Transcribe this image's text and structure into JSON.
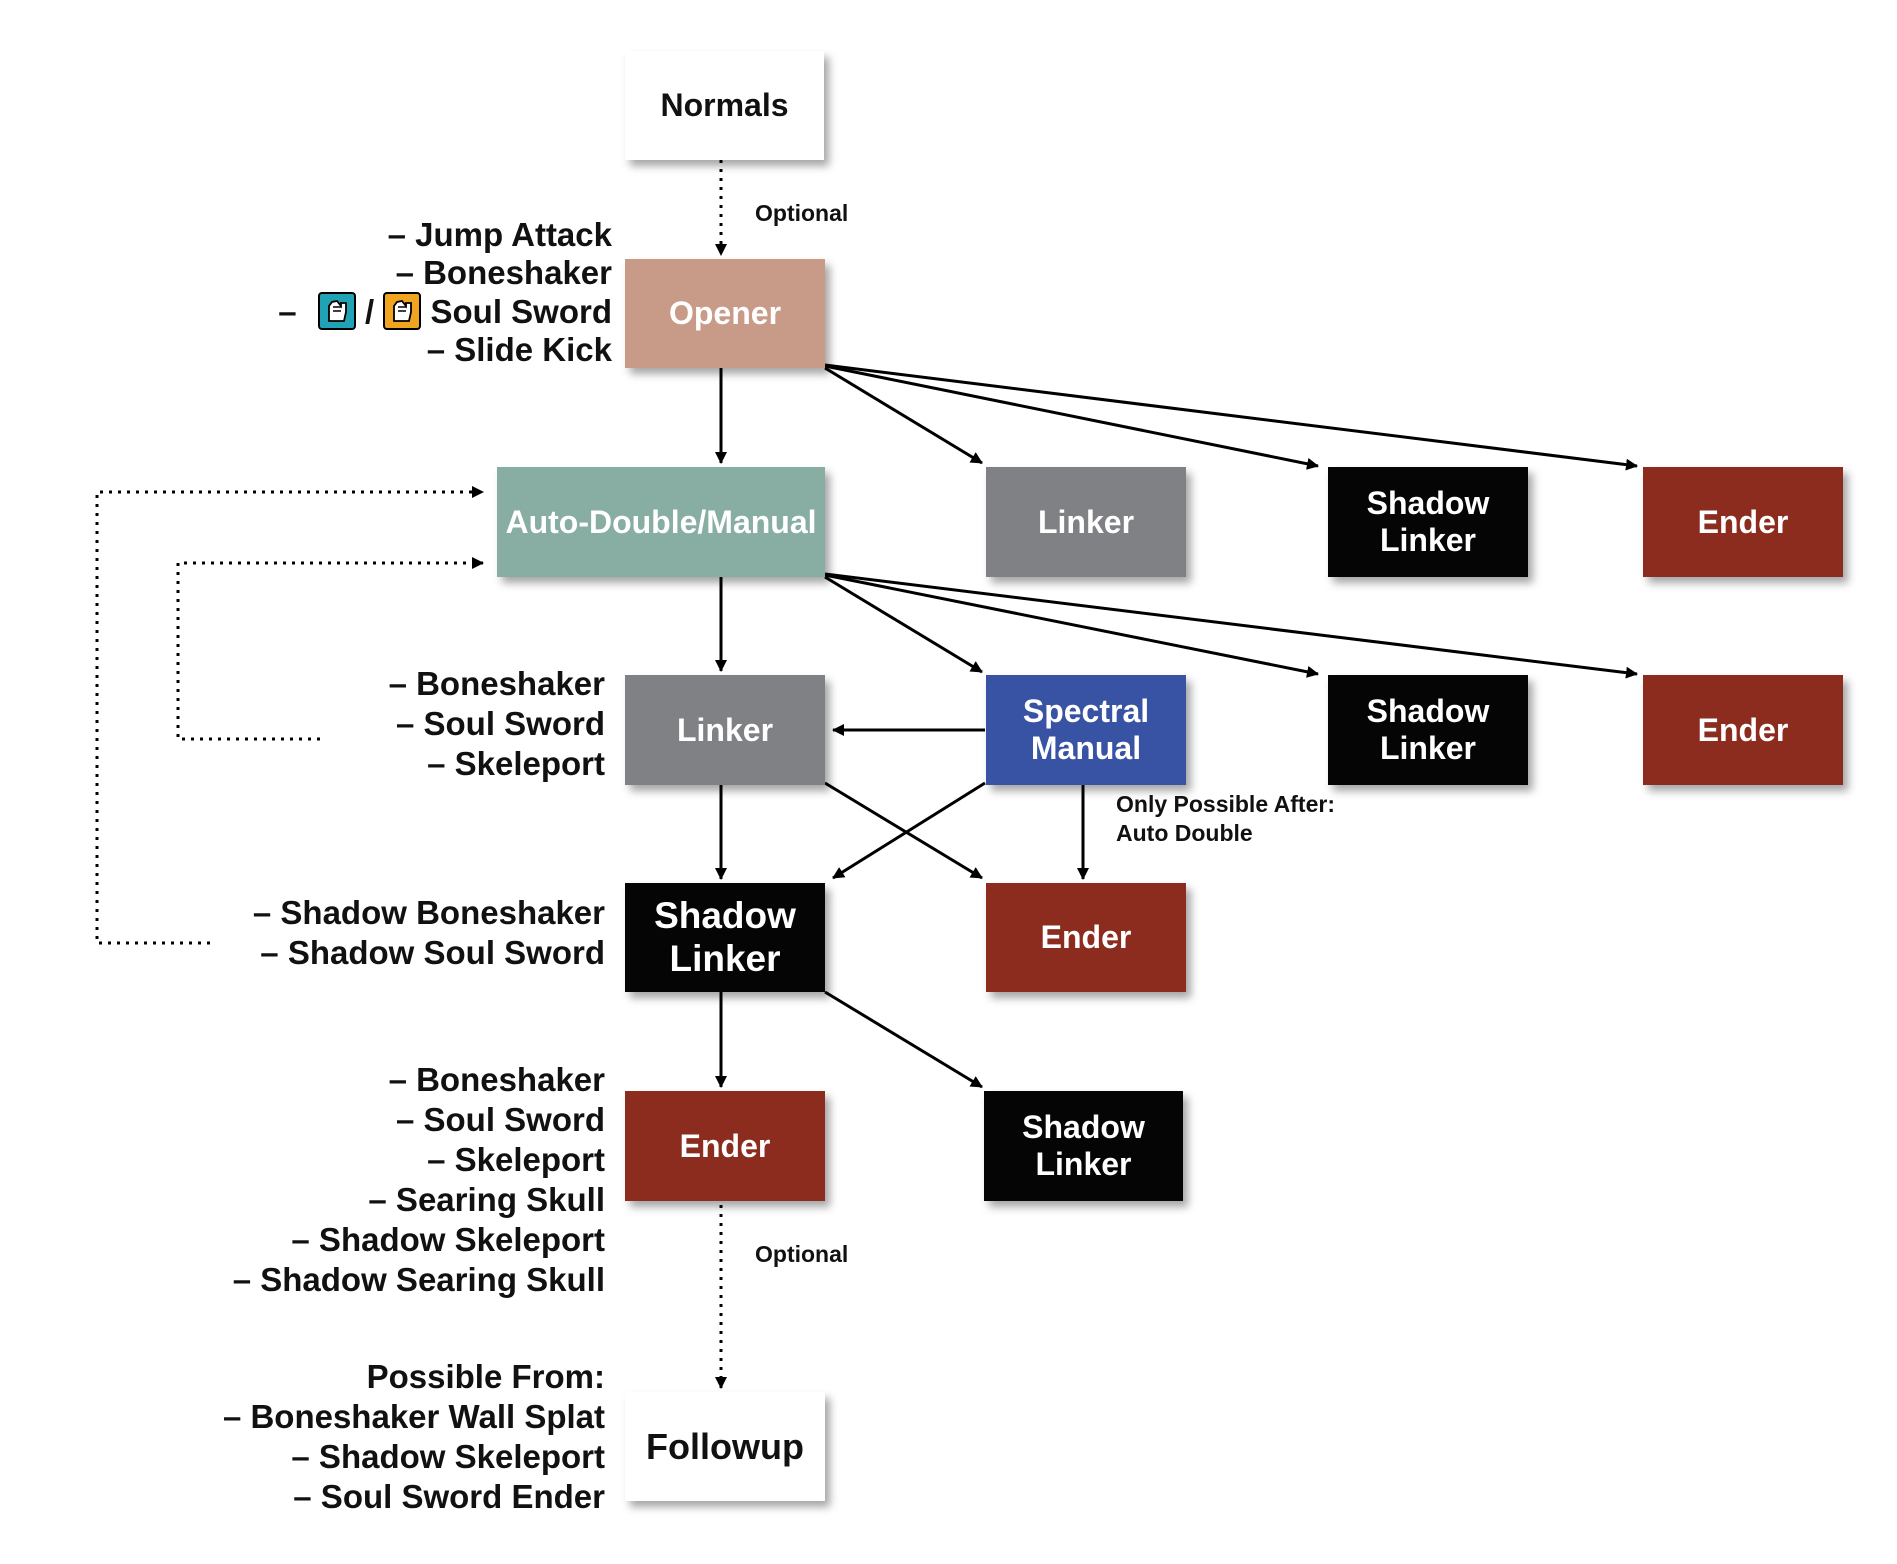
{
  "colors": {
    "white_node": "#ffffff",
    "opener": "#c89b88",
    "auto": "#88ada2",
    "linker": "#808184",
    "shadow": "#050505",
    "ender": "#8b2c1f",
    "spectral": "#3953a4",
    "icon_teal": "#1fa3b5",
    "icon_orange": "#f0a41f"
  },
  "nodes": {
    "normals": "Normals",
    "opener": "Opener",
    "auto_double": "Auto-Double/Manual",
    "linker_row1": "Linker",
    "shadow_row1": "Shadow\nLinker",
    "ender_row1": "Ender",
    "linker_main": "Linker",
    "spectral": "Spectral\nManual",
    "shadow_row2": "Shadow\nLinker",
    "ender_row2": "Ender",
    "shadow_main": "Shadow\nLinker",
    "ender_mid": "Ender",
    "ender_main": "Ender",
    "shadow_row5": "Shadow\nLinker",
    "followup": "Followup"
  },
  "notes": {
    "optional_top": "Optional",
    "optional_bottom": "Optional",
    "spectral_note_1": "Only Possible After:",
    "spectral_note_2": "Auto Double"
  },
  "opener_moves": {
    "jump_attack": "– Jump Attack",
    "boneshaker": "– Boneshaker",
    "soul_sword_dash": "–",
    "soul_sword_slash": "/",
    "soul_sword": "Soul Sword",
    "slide_kick": "– Slide Kick",
    "icons": [
      "fist-teal-icon",
      "fist-orange-icon"
    ]
  },
  "linker_moves": [
    "– Boneshaker",
    "– Soul Sword",
    "– Skeleport"
  ],
  "shadow_moves": [
    "– Shadow Boneshaker",
    "– Shadow Soul Sword"
  ],
  "ender_moves": [
    "– Boneshaker",
    "– Soul Sword",
    "– Skeleport",
    "– Searing Skull",
    "– Shadow Skeleport",
    "– Shadow Searing Skull"
  ],
  "followup_moves": [
    "Possible From:",
    "– Boneshaker Wall Splat",
    "– Shadow Skeleport",
    "– Soul Sword Ender"
  ]
}
